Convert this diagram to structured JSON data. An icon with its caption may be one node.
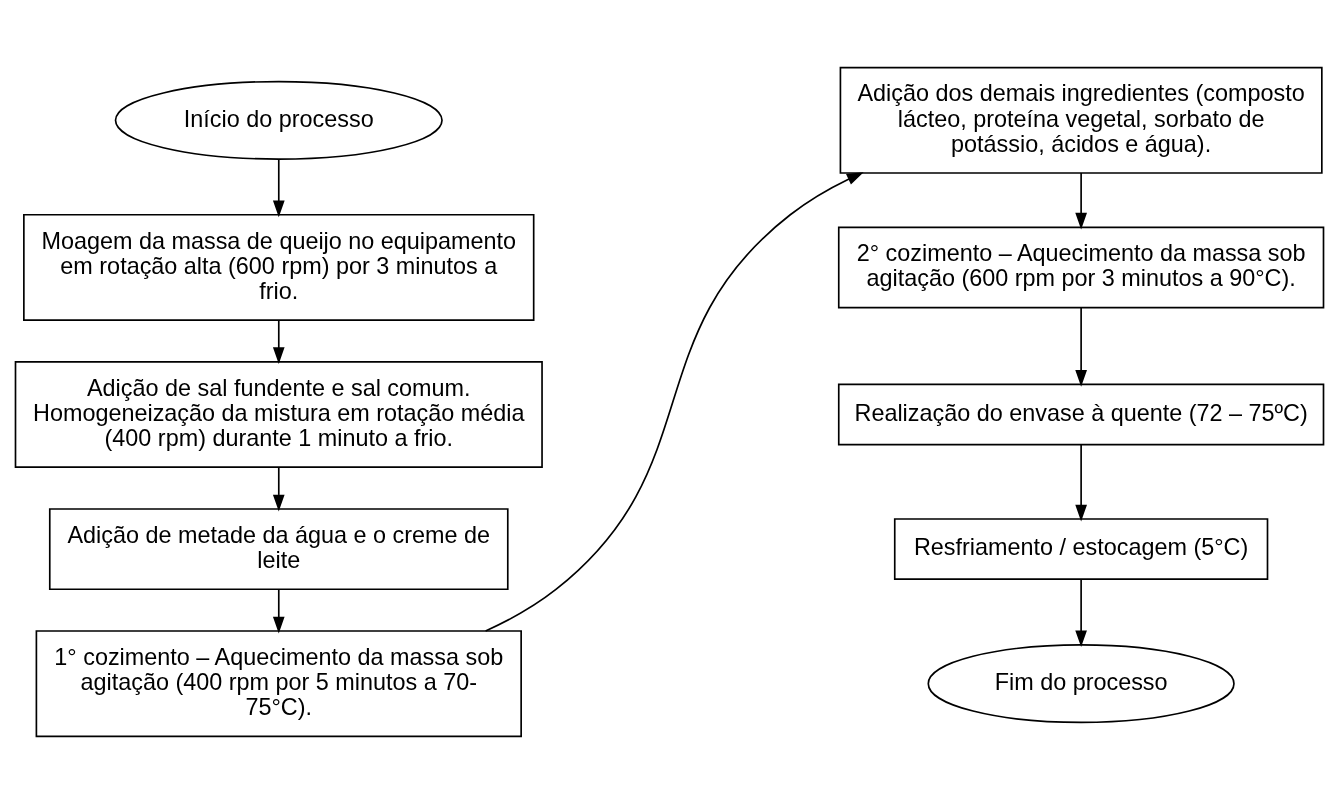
{
  "diagram": {
    "nodes": [
      {
        "text": [
          "Início do processo"
        ]
      },
      {
        "text": [
          "Moagem da massa de queijo no equipamento em rotação alta (600 rpm) por 3 minutos a frio."
        ]
      },
      {
        "text": [
          "Adição de sal fundente e sal comum. Homogeneização da mistura em rotação média (400 rpm) durante 1 minuto a frio."
        ]
      },
      {
        "text": [
          "Adição de metade da água e o creme de leite"
        ]
      },
      {
        "text": [
          "1° cozimento – Aquecimento da massa sob agitação (400 rpm por 5 minutos a 70- 75°C)."
        ]
      },
      {
        "text": [
          "Adição dos demais ingredientes (composto lácteo, proteína vegetal, sorbato de potássio, ácidos e água)."
        ]
      },
      {
        "text": [
          "2° cozimento – Aquecimento da massa sob agitação (600 rpm por 3 minutos a 90°C)."
        ]
      },
      {
        "text": [
          "Realização do envase à quente (72 – 75ºC)"
        ]
      },
      {
        "text": [
          "Resfriamento / estocagem (5°C)"
        ]
      },
      {
        "text": [
          "Fim do processo"
        ]
      }
    ],
    "edges": [
      {
        "from": 0,
        "to": 1,
        "arrow": "to"
      },
      {
        "from": 1,
        "to": 2,
        "arrow": "to"
      },
      {
        "from": 2,
        "to": 3,
        "arrow": "to"
      },
      {
        "from": 3,
        "to": 4,
        "arrow": "to"
      },
      {
        "from": 4,
        "to": 5,
        "arrow": "to"
      },
      {
        "from": 5,
        "to": 6,
        "arrow": "to"
      },
      {
        "from": 6,
        "to": 7,
        "arrow": "to"
      },
      {
        "from": 7,
        "to": 8,
        "arrow": "to"
      },
      {
        "from": 8,
        "to": 9,
        "arrow": "to"
      }
    ]
  }
}
